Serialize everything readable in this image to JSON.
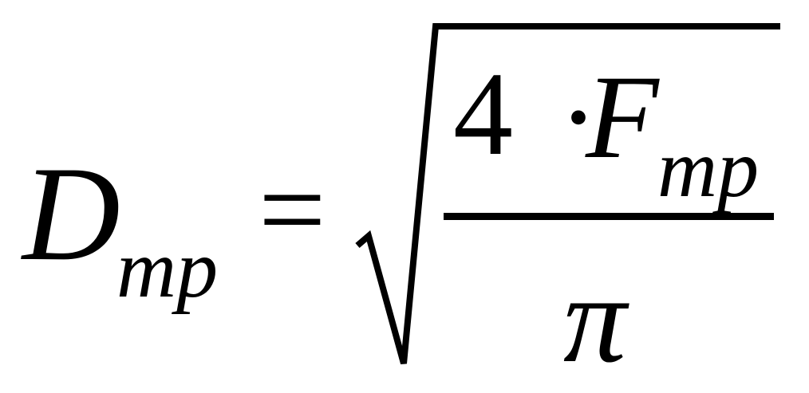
{
  "formula": {
    "lhs": {
      "symbol": "D",
      "subscript": "mp"
    },
    "equals": "=",
    "radical": {
      "numerator": {
        "coefficient": "4",
        "operator": "·",
        "symbol": "F",
        "subscript": "mp"
      },
      "denominator": "π"
    }
  }
}
